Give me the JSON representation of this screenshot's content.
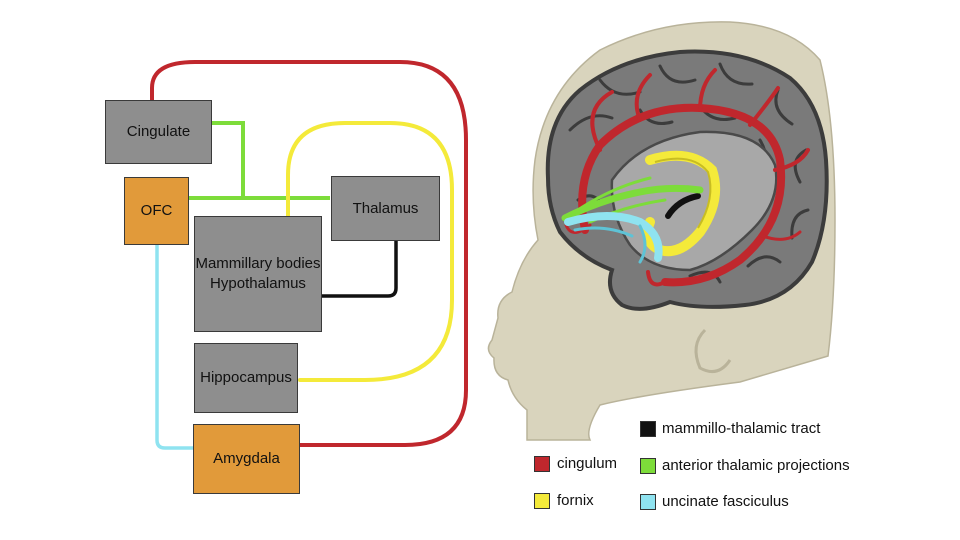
{
  "diagram": {
    "nodes": {
      "cingulate": "Cingulate",
      "ofc": "OFC",
      "thalamus": "Thalamus",
      "mammillary": [
        "Mammillary bodies",
        "Hypothalamus"
      ],
      "hippocampus": "Hippocampus",
      "amygdala": "Amygdala"
    },
    "colors": {
      "box_gray": "#8e8e8e",
      "box_orange": "#e19a3a",
      "cingulum": "#c0272d",
      "fornix": "#f4ea3a",
      "mammillo_thalamic": "#111111",
      "anterior_thalamic": "#7ddc3a",
      "uncinate": "#8fe3f0"
    }
  },
  "legend": [
    {
      "key": "cingulum",
      "label": "cingulum",
      "color": "#c0272d"
    },
    {
      "key": "mammillo_thalamic",
      "label": "mammillo-thalamic tract",
      "color": "#111111"
    },
    {
      "key": "anterior_thalamic",
      "label": "anterior thalamic projections",
      "color": "#7ddc3a"
    },
    {
      "key": "fornix",
      "label": "fornix",
      "color": "#f4ea3a"
    },
    {
      "key": "uncinate",
      "label": "uncinate fasciculus",
      "color": "#8fe3f0"
    }
  ],
  "illustration": {
    "subject": "head-with-brain-tractography",
    "colors": {
      "skin": "#d9d4bd",
      "cortex": "#7a7a7a",
      "cortex_dark": "#3c3c3c"
    }
  }
}
